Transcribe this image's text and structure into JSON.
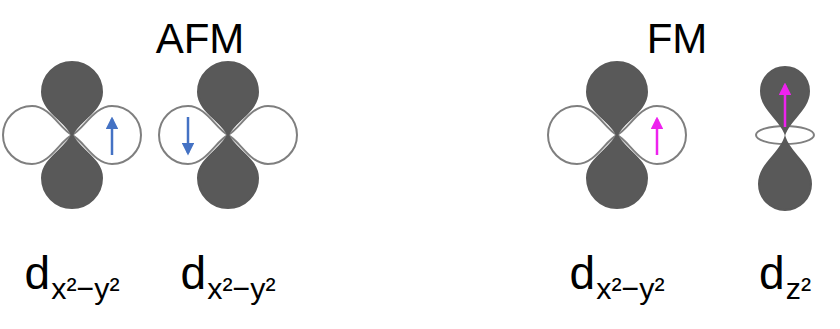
{
  "diagram": {
    "labels": [
      "AFM",
      "FM",
      "dx²−y²",
      "dx²−y²",
      "dx²−y²",
      "dz²"
    ]
  }
}
